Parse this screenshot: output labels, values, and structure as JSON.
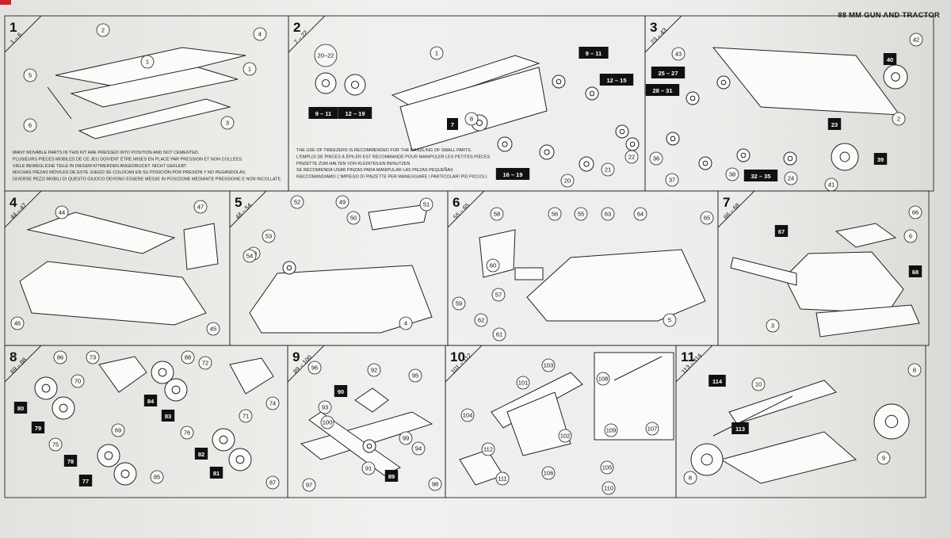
{
  "header": {
    "title": "88 MM GUN AND TRACTOR"
  },
  "panels": [
    {
      "step": "1",
      "range": "1 – 6",
      "labels": [
        {
          "t": "2",
          "boxed": false
        },
        {
          "t": "3",
          "boxed": false
        },
        {
          "t": "4",
          "boxed": false
        },
        {
          "t": "5",
          "boxed": false
        },
        {
          "t": "6",
          "boxed": false
        },
        {
          "t": "1",
          "boxed": false
        },
        {
          "t": "1",
          "boxed": false
        }
      ],
      "note": [
        "MANY MOVABLE PARTS IN THIS KIT ARE PRESSED INTO POSITION AND NOT CEMENTED.",
        "PLUSIEURS PIÈCES MOBILES DE CE JEU DOIVENT ÊTRE MISES EN PLACE PAR PRESSION ET NON COLLÉES.",
        "VIELE BEWEGLICHE TEILE IN DIESEM KITWERDEN ANGEDRUCKT. NICHT GEKLEBT",
        "MUCHAS PIEZAS MÓVILES DE ESTE JUEGO SE COLOCAN EN SU POSICIÓN POR PRESIÓN Y NO PEGÁNDOLAS.",
        "DIVERSE PEZZI MOBILI DI QUESTO GIUOCO DEVONO ESSERE MESSE IN POSIZIONE MEDIANTE PRESSIONE E NON INCOLLATE."
      ]
    },
    {
      "step": "2",
      "range": "7 – 22",
      "labels": [
        {
          "t": "20–22",
          "boxed": false
        },
        {
          "t": "9 – 11",
          "boxed": true
        },
        {
          "t": "12 – 19",
          "boxed": true
        },
        {
          "t": "1",
          "boxed": false
        },
        {
          "t": "9 – 11",
          "boxed": true
        },
        {
          "t": "12 – 15",
          "boxed": true
        },
        {
          "t": "7",
          "boxed": true
        },
        {
          "t": "8",
          "boxed": false
        },
        {
          "t": "16 – 19",
          "boxed": true
        },
        {
          "t": "20",
          "boxed": false
        },
        {
          "t": "21",
          "boxed": false
        },
        {
          "t": "22",
          "boxed": false
        }
      ],
      "note": [
        "THE USE OF TWEEZERS IS RECOMMENDED FOR THE HANDLING OF SMALL PARTS.",
        "L'EMPLOI DE PINCES À ÉPILER EST RECOMMANDÉ POUR MANIPULER LES PETITES PIÈCES",
        "PINZETTE ZUM HALTEN VON KLEINTEILEN BENUTZEN",
        "SE RECOMIENDA USAR PINZAS PARA MANIPULAR LAS PIEZAS PEQUEÑAS",
        "RACCOMANDIAMO L'IMPIEGO DI PINZETTE PER MANEGGIARE I PARTICOLARI PIÙ PICCOLI."
      ]
    },
    {
      "step": "3",
      "range": "23 – 43",
      "labels": [
        {
          "t": "43",
          "boxed": false
        },
        {
          "t": "25 – 27",
          "boxed": true
        },
        {
          "t": "28 – 31",
          "boxed": true
        },
        {
          "t": "42",
          "boxed": false
        },
        {
          "t": "40",
          "boxed": true
        },
        {
          "t": "2",
          "boxed": false
        },
        {
          "t": "23",
          "boxed": true
        },
        {
          "t": "39",
          "boxed": true
        },
        {
          "t": "36",
          "boxed": false
        },
        {
          "t": "37",
          "boxed": false
        },
        {
          "t": "38",
          "boxed": false
        },
        {
          "t": "32 – 35",
          "boxed": true
        },
        {
          "t": "24",
          "boxed": false
        },
        {
          "t": "41",
          "boxed": false
        }
      ]
    },
    {
      "step": "4",
      "range": "44 – 47",
      "labels": [
        {
          "t": "44",
          "boxed": false
        },
        {
          "t": "47",
          "boxed": false
        },
        {
          "t": "46",
          "boxed": false
        },
        {
          "t": "45",
          "boxed": false
        }
      ]
    },
    {
      "step": "5",
      "range": "48 – 54",
      "labels": [
        {
          "t": "52",
          "boxed": false
        },
        {
          "t": "49",
          "boxed": false
        },
        {
          "t": "50",
          "boxed": false
        },
        {
          "t": "51",
          "boxed": false
        },
        {
          "t": "53",
          "boxed": false
        },
        {
          "t": "48",
          "boxed": false
        },
        {
          "t": "54",
          "boxed": false
        },
        {
          "t": "4",
          "boxed": false
        }
      ]
    },
    {
      "step": "6",
      "range": "55 – 65",
      "labels": [
        {
          "t": "58",
          "boxed": false
        },
        {
          "t": "56",
          "boxed": false
        },
        {
          "t": "55",
          "boxed": false
        },
        {
          "t": "63",
          "boxed": false
        },
        {
          "t": "64",
          "boxed": false
        },
        {
          "t": "65",
          "boxed": false
        },
        {
          "t": "60",
          "boxed": false
        },
        {
          "t": "59",
          "boxed": false
        },
        {
          "t": "57",
          "boxed": false
        },
        {
          "t": "62",
          "boxed": false
        },
        {
          "t": "61",
          "boxed": false
        },
        {
          "t": "5",
          "boxed": false
        }
      ]
    },
    {
      "step": "7",
      "range": "66 – 68",
      "labels": [
        {
          "t": "67",
          "boxed": true
        },
        {
          "t": "66",
          "boxed": false
        },
        {
          "t": "6",
          "boxed": false
        },
        {
          "t": "68",
          "boxed": true
        },
        {
          "t": "3",
          "boxed": false
        }
      ]
    },
    {
      "step": "8",
      "range": "69 – 88",
      "labels": [
        {
          "t": "86",
          "boxed": false
        },
        {
          "t": "73",
          "boxed": false
        },
        {
          "t": "88",
          "boxed": false
        },
        {
          "t": "72",
          "boxed": false
        },
        {
          "t": "70",
          "boxed": false
        },
        {
          "t": "80",
          "boxed": true
        },
        {
          "t": "79",
          "boxed": true
        },
        {
          "t": "84",
          "boxed": true
        },
        {
          "t": "83",
          "boxed": true
        },
        {
          "t": "74",
          "boxed": false
        },
        {
          "t": "71",
          "boxed": false
        },
        {
          "t": "69",
          "boxed": false
        },
        {
          "t": "75",
          "boxed": false
        },
        {
          "t": "76",
          "boxed": false
        },
        {
          "t": "78",
          "boxed": true
        },
        {
          "t": "82",
          "boxed": true
        },
        {
          "t": "81",
          "boxed": true
        },
        {
          "t": "77",
          "boxed": true
        },
        {
          "t": "85",
          "boxed": false
        },
        {
          "t": "87",
          "boxed": false
        }
      ]
    },
    {
      "step": "9",
      "range": "89 – 100",
      "labels": [
        {
          "t": "96",
          "boxed": false
        },
        {
          "t": "92",
          "boxed": false
        },
        {
          "t": "95",
          "boxed": false
        },
        {
          "t": "90",
          "boxed": true
        },
        {
          "t": "93",
          "boxed": false
        },
        {
          "t": "100",
          "boxed": false
        },
        {
          "t": "99",
          "boxed": false
        },
        {
          "t": "94",
          "boxed": false
        },
        {
          "t": "91",
          "boxed": false
        },
        {
          "t": "89",
          "boxed": true
        },
        {
          "t": "97",
          "boxed": false
        },
        {
          "t": "98",
          "boxed": false
        }
      ]
    },
    {
      "step": "10",
      "range": "101 – 112",
      "labels": [
        {
          "t": "103",
          "boxed": false
        },
        {
          "t": "101",
          "boxed": false
        },
        {
          "t": "104",
          "boxed": false
        },
        {
          "t": "108",
          "boxed": false
        },
        {
          "t": "109",
          "boxed": false
        },
        {
          "t": "107",
          "boxed": false
        },
        {
          "t": "102",
          "boxed": false
        },
        {
          "t": "112",
          "boxed": false
        },
        {
          "t": "106",
          "boxed": false
        },
        {
          "t": "105",
          "boxed": false
        },
        {
          "t": "111",
          "boxed": false
        },
        {
          "t": "110",
          "boxed": false
        }
      ]
    },
    {
      "step": "11",
      "range": "113 – 114",
      "labels": [
        {
          "t": "114",
          "boxed": true
        },
        {
          "t": "10",
          "boxed": false
        },
        {
          "t": "8",
          "boxed": false
        },
        {
          "t": "113",
          "boxed": true
        },
        {
          "t": "8",
          "boxed": false
        },
        {
          "t": "9",
          "boxed": false
        }
      ]
    }
  ]
}
